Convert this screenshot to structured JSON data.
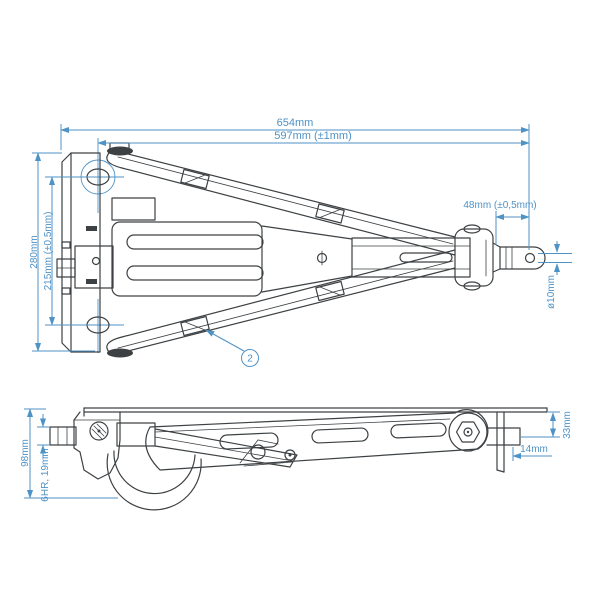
{
  "drawing": {
    "kind": "corner-steady technical drawing",
    "colors": {
      "dimension": "#4e92c6",
      "outline": "#3d4144",
      "background": "#ffffff"
    },
    "top_view": {
      "dims": {
        "overall_length": "654mm",
        "body_length": "597mm (±1mm)",
        "end_section": "48mm (±0,5mm)",
        "hole_diameter": "ø10mm",
        "plate_height": "280mm",
        "hole_spacing": "215mm (±0,5mm)"
      },
      "callout": "2"
    },
    "side_view": {
      "dims": {
        "overall_height": "98mm",
        "hex_drive": "6HR, 19mm",
        "plate_to_axle": "33mm",
        "stub_length": "14mm"
      }
    }
  }
}
